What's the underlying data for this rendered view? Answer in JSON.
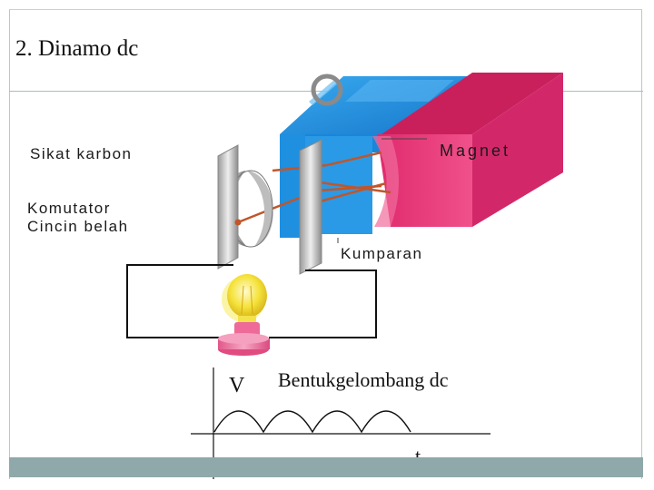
{
  "slide": {
    "title": "2. Dinamo dc"
  },
  "labels": {
    "brush": "Sikat karbon",
    "magnet": "Magnet",
    "commutator_line1": "Komutator",
    "commutator_line2": "Cincin belah",
    "coil": "Kumparan"
  },
  "graph": {
    "y_label": "V",
    "caption": "Bentukgelombang dc",
    "x_label": "t"
  },
  "colors": {
    "magnet_blue": "#1f8fe0",
    "magnet_pink": "#e83a7a",
    "coil_wire": "#c0562a",
    "bottom_bar": "#8fa9aa"
  }
}
